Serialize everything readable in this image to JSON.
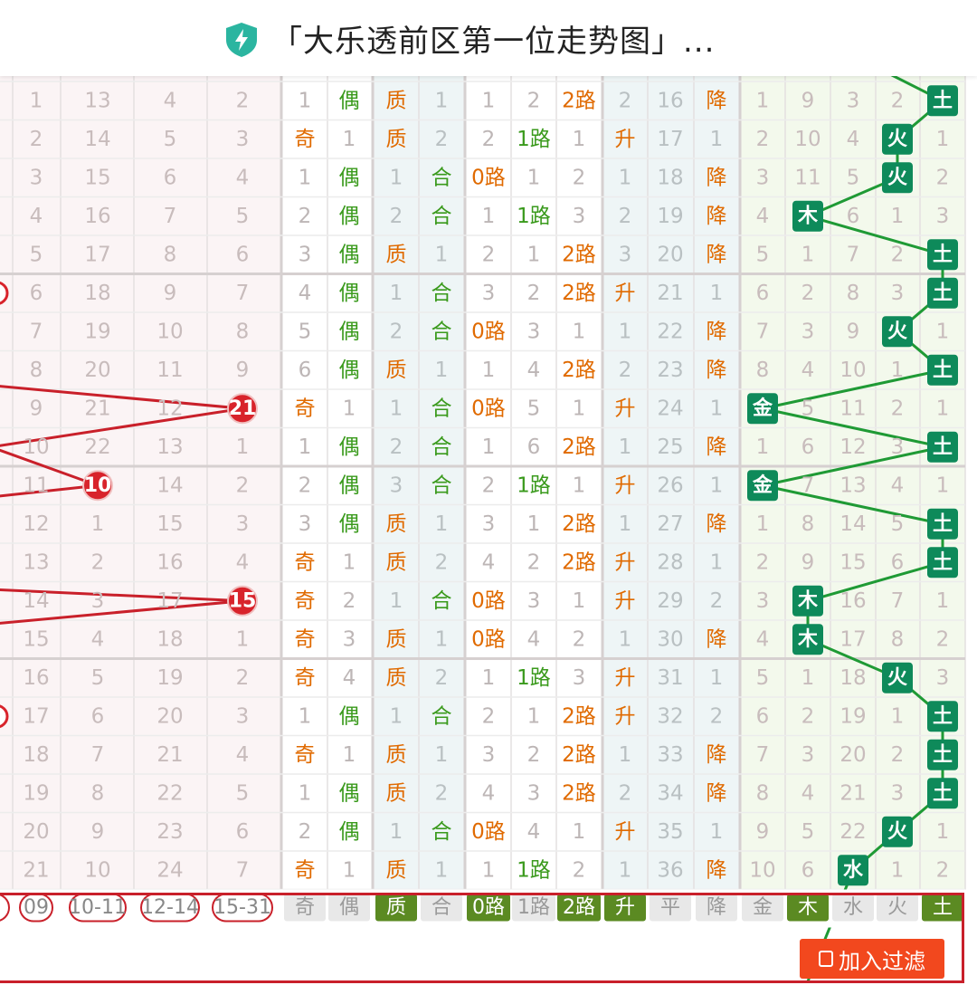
{
  "header": {
    "title": "「大乐透前区第一位走势图」...",
    "icon": "shield-bolt-icon",
    "accent": "#2bb5a0"
  },
  "colors": {
    "red_ball": "#d8232b",
    "red_line": "#c9202a",
    "orange_text": "#e06a00",
    "green_text": "#3a9a1c",
    "green_tag": "#0e8a5a",
    "green_line": "#1f9a35",
    "selected_tag": "#5b8a22",
    "faded_text": "#c8bcbc"
  },
  "rows": [
    {
      "miss": [
        "1",
        "13",
        "4",
        "2"
      ],
      "oe": [
        "1",
        "偶"
      ],
      "pc": [
        "质",
        "1"
      ],
      "r3": [
        "1",
        "2",
        "2路"
      ],
      "trend": [
        "2",
        "16",
        "降"
      ],
      "wx": [
        "1",
        "9",
        "3",
        "2",
        "土"
      ]
    },
    {
      "miss": [
        "2",
        "14",
        "5",
        "3"
      ],
      "oe": [
        "奇",
        "1"
      ],
      "pc": [
        "质",
        "2"
      ],
      "r3": [
        "2",
        "1路",
        "1"
      ],
      "trend": [
        "升",
        "17",
        "1"
      ],
      "wx": [
        "2",
        "10",
        "4",
        "火",
        "1"
      ]
    },
    {
      "miss": [
        "3",
        "15",
        "6",
        "4"
      ],
      "oe": [
        "1",
        "偶"
      ],
      "pc": [
        "1",
        "合"
      ],
      "r3": [
        "0路",
        "1",
        "2"
      ],
      "trend": [
        "1",
        "18",
        "降"
      ],
      "wx": [
        "3",
        "11",
        "5",
        "火",
        "2"
      ]
    },
    {
      "miss": [
        "4",
        "16",
        "7",
        "5"
      ],
      "oe": [
        "2",
        "偶"
      ],
      "pc": [
        "2",
        "合"
      ],
      "r3": [
        "1",
        "1路",
        "3"
      ],
      "trend": [
        "2",
        "19",
        "降"
      ],
      "wx": [
        "4",
        "木",
        "6",
        "1",
        "3"
      ]
    },
    {
      "miss": [
        "5",
        "17",
        "8",
        "6"
      ],
      "oe": [
        "3",
        "偶"
      ],
      "pc": [
        "质",
        "1"
      ],
      "r3": [
        "2",
        "1",
        "2路"
      ],
      "trend": [
        "3",
        "20",
        "降"
      ],
      "wx": [
        "5",
        "1",
        "7",
        "2",
        "土"
      ]
    },
    {
      "miss": [
        "6",
        "18",
        "9",
        "7"
      ],
      "oe": [
        "4",
        "偶"
      ],
      "pc": [
        "1",
        "合"
      ],
      "r3": [
        "3",
        "2",
        "2路"
      ],
      "trend": [
        "升",
        "21",
        "1"
      ],
      "wx": [
        "6",
        "2",
        "8",
        "3",
        "土"
      ]
    },
    {
      "miss": [
        "7",
        "19",
        "10",
        "8"
      ],
      "oe": [
        "5",
        "偶"
      ],
      "pc": [
        "2",
        "合"
      ],
      "r3": [
        "0路",
        "3",
        "1"
      ],
      "trend": [
        "1",
        "22",
        "降"
      ],
      "wx": [
        "7",
        "3",
        "9",
        "火",
        "1"
      ]
    },
    {
      "miss": [
        "8",
        "20",
        "11",
        "9"
      ],
      "oe": [
        "6",
        "偶"
      ],
      "pc": [
        "质",
        "1"
      ],
      "r3": [
        "1",
        "4",
        "2路"
      ],
      "trend": [
        "2",
        "23",
        "降"
      ],
      "wx": [
        "8",
        "4",
        "10",
        "1",
        "土"
      ]
    },
    {
      "miss": [
        "9",
        "21",
        "12",
        "21"
      ],
      "oe": [
        "奇",
        "1"
      ],
      "pc": [
        "1",
        "合"
      ],
      "r3": [
        "0路",
        "5",
        "1"
      ],
      "trend": [
        "升",
        "24",
        "1"
      ],
      "wx": [
        "金",
        "5",
        "11",
        "2",
        "1"
      ]
    },
    {
      "miss": [
        "10",
        "22",
        "13",
        "1"
      ],
      "oe": [
        "1",
        "偶"
      ],
      "pc": [
        "2",
        "合"
      ],
      "r3": [
        "1",
        "6",
        "2路"
      ],
      "trend": [
        "1",
        "25",
        "降"
      ],
      "wx": [
        "1",
        "6",
        "12",
        "3",
        "土"
      ]
    },
    {
      "miss": [
        "11",
        "10",
        "14",
        "2"
      ],
      "oe": [
        "2",
        "偶"
      ],
      "pc": [
        "3",
        "合"
      ],
      "r3": [
        "2",
        "1路",
        "1"
      ],
      "trend": [
        "升",
        "26",
        "1"
      ],
      "wx": [
        "金",
        "7",
        "13",
        "4",
        "1"
      ]
    },
    {
      "miss": [
        "12",
        "1",
        "15",
        "3"
      ],
      "oe": [
        "3",
        "偶"
      ],
      "pc": [
        "质",
        "1"
      ],
      "r3": [
        "3",
        "1",
        "2路"
      ],
      "trend": [
        "1",
        "27",
        "降"
      ],
      "wx": [
        "1",
        "8",
        "14",
        "5",
        "土"
      ]
    },
    {
      "miss": [
        "13",
        "2",
        "16",
        "4"
      ],
      "oe": [
        "奇",
        "1"
      ],
      "pc": [
        "质",
        "2"
      ],
      "r3": [
        "4",
        "2",
        "2路"
      ],
      "trend": [
        "升",
        "28",
        "1"
      ],
      "wx": [
        "2",
        "9",
        "15",
        "6",
        "土"
      ]
    },
    {
      "miss": [
        "14",
        "3",
        "17",
        "15"
      ],
      "oe": [
        "奇",
        "2"
      ],
      "pc": [
        "1",
        "合"
      ],
      "r3": [
        "0路",
        "3",
        "1"
      ],
      "trend": [
        "升",
        "29",
        "2"
      ],
      "wx": [
        "3",
        "木",
        "16",
        "7",
        "1"
      ]
    },
    {
      "miss": [
        "15",
        "4",
        "18",
        "1"
      ],
      "oe": [
        "奇",
        "3"
      ],
      "pc": [
        "质",
        "1"
      ],
      "r3": [
        "0路",
        "4",
        "2"
      ],
      "trend": [
        "1",
        "30",
        "降"
      ],
      "wx": [
        "4",
        "木",
        "17",
        "8",
        "2"
      ]
    },
    {
      "miss": [
        "16",
        "5",
        "19",
        "2"
      ],
      "oe": [
        "奇",
        "4"
      ],
      "pc": [
        "质",
        "2"
      ],
      "r3": [
        "1",
        "1路",
        "3"
      ],
      "trend": [
        "升",
        "31",
        "1"
      ],
      "wx": [
        "5",
        "1",
        "18",
        "火",
        "3"
      ]
    },
    {
      "miss": [
        "17",
        "6",
        "20",
        "3"
      ],
      "oe": [
        "1",
        "偶"
      ],
      "pc": [
        "1",
        "合"
      ],
      "r3": [
        "2",
        "1",
        "2路"
      ],
      "trend": [
        "升",
        "32",
        "2"
      ],
      "wx": [
        "6",
        "2",
        "19",
        "1",
        "土"
      ]
    },
    {
      "miss": [
        "18",
        "7",
        "21",
        "4"
      ],
      "oe": [
        "奇",
        "1"
      ],
      "pc": [
        "质",
        "1"
      ],
      "r3": [
        "3",
        "2",
        "2路"
      ],
      "trend": [
        "1",
        "33",
        "降"
      ],
      "wx": [
        "7",
        "3",
        "20",
        "2",
        "土"
      ]
    },
    {
      "miss": [
        "19",
        "8",
        "22",
        "5"
      ],
      "oe": [
        "1",
        "偶"
      ],
      "pc": [
        "质",
        "2"
      ],
      "r3": [
        "4",
        "3",
        "2路"
      ],
      "trend": [
        "2",
        "34",
        "降"
      ],
      "wx": [
        "8",
        "4",
        "21",
        "3",
        "土"
      ]
    },
    {
      "miss": [
        "20",
        "9",
        "23",
        "6"
      ],
      "oe": [
        "2",
        "偶"
      ],
      "pc": [
        "1",
        "合"
      ],
      "r3": [
        "0路",
        "4",
        "1"
      ],
      "trend": [
        "升",
        "35",
        "1"
      ],
      "wx": [
        "9",
        "5",
        "22",
        "火",
        "1"
      ]
    },
    {
      "miss": [
        "21",
        "10",
        "24",
        "7"
      ],
      "oe": [
        "奇",
        "1"
      ],
      "pc": [
        "质",
        "1"
      ],
      "r3": [
        "1",
        "1路",
        "2"
      ],
      "trend": [
        "1",
        "36",
        "降"
      ],
      "wx": [
        "10",
        "6",
        "水",
        "1",
        "2"
      ]
    }
  ],
  "balls": [
    {
      "row": 8,
      "text": "21"
    },
    {
      "row": 10,
      "text": "10"
    },
    {
      "row": 13,
      "text": "15"
    }
  ],
  "filter": {
    "number_ranges": [
      "09",
      "10-11",
      "12-14",
      "15-31"
    ],
    "categories": [
      {
        "label": "奇",
        "selected": false
      },
      {
        "label": "偶",
        "selected": false
      },
      {
        "label": "质",
        "selected": true
      },
      {
        "label": "合",
        "selected": false
      },
      {
        "label": "0路",
        "selected": true
      },
      {
        "label": "1路",
        "selected": false
      },
      {
        "label": "2路",
        "selected": true
      },
      {
        "label": "升",
        "selected": true
      },
      {
        "label": "平",
        "selected": false
      },
      {
        "label": "降",
        "selected": false
      },
      {
        "label": "金",
        "selected": false
      },
      {
        "label": "木",
        "selected": true
      },
      {
        "label": "水",
        "selected": false
      },
      {
        "label": "火",
        "selected": false
      },
      {
        "label": "土",
        "selected": true
      }
    ],
    "add_button_label": "加入过滤"
  }
}
